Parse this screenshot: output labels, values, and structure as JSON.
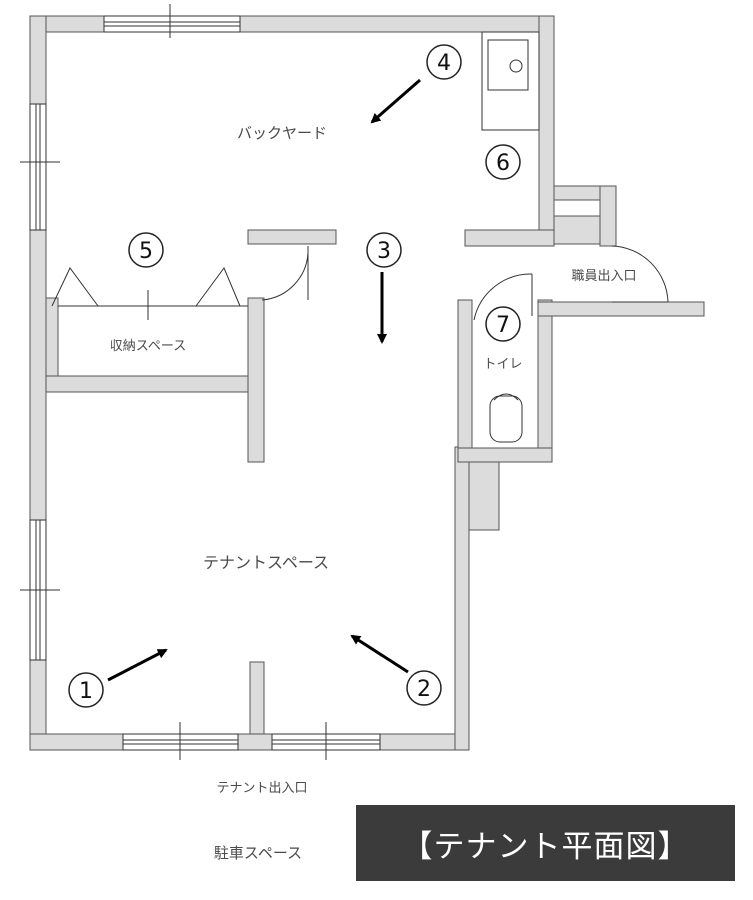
{
  "rooms": {
    "backyard": "バックヤード",
    "storage": "収納スペース",
    "tenant_space": "テナントスペース",
    "toilet": "トイレ",
    "staff_entrance": "職員出入口",
    "tenant_entrance": "テナント出入口",
    "parking": "駐車スペース"
  },
  "markers": [
    "1",
    "2",
    "3",
    "4",
    "5",
    "6",
    "7"
  ],
  "title": "【テナント平面図】",
  "colors": {
    "wall_fill": "#dcdcdc",
    "wall_stroke": "#555555",
    "title_bg": "#3b3b3b"
  }
}
